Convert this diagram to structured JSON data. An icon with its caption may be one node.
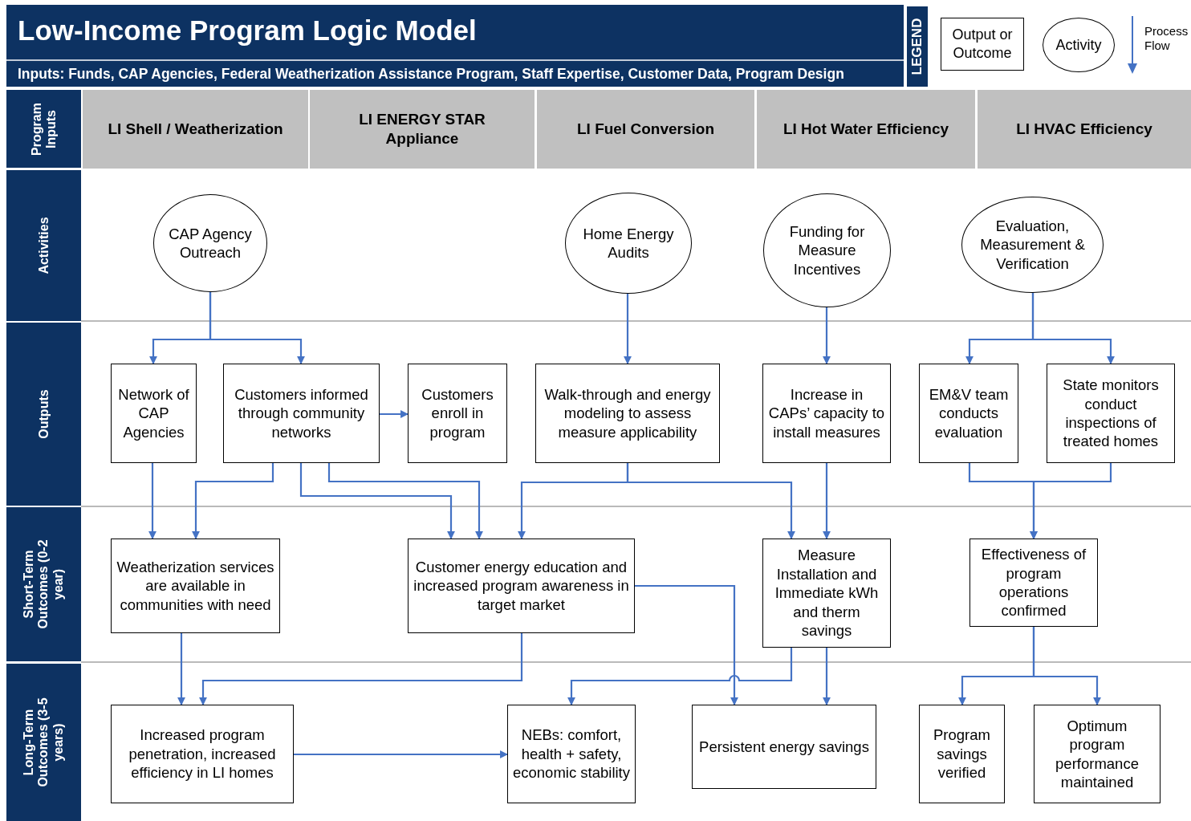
{
  "diagram": {
    "title": "Low-Income Program Logic Model",
    "nodes": [
      {
        "text": [
          "Program Inputs"
        ]
      },
      {
        "text": [
          "LI Shell / Weatherization"
        ]
      },
      {
        "text": [
          "LI ENERGY STAR Appliance"
        ]
      },
      {
        "text": [
          "LI Fuel Conversion"
        ]
      },
      {
        "text": [
          "LI Hot Water Efficiency"
        ]
      },
      {
        "text": [
          "LI HVAC Efficiency"
        ]
      },
      {
        "text": [
          "Activities"
        ]
      },
      {
        "text": [
          "CAP Agency Outreach"
        ]
      },
      {
        "text": [
          "Home Energy Audits"
        ]
      },
      {
        "text": [
          "Funding for Measure Incentives"
        ]
      },
      {
        "text": [
          "Evaluation, Measurement & Verification"
        ]
      },
      {
        "text": [
          "Outputs"
        ]
      },
      {
        "text": [
          "Network of CAP Agencies"
        ]
      },
      {
        "text": [
          "Customers informed through community networks"
        ]
      },
      {
        "text": [
          "Customers enroll in program"
        ]
      },
      {
        "text": [
          "Walk-through and energy modeling to assess measure applicability"
        ]
      },
      {
        "text": [
          "Increase in CAPs’ capacity to install measures"
        ]
      },
      {
        "text": [
          "EM&V team conducts evaluation"
        ]
      },
      {
        "text": [
          "State monitors conduct inspections of treated homes"
        ]
      },
      {
        "text": [
          "Short-Term Outcomes (0-2 year)"
        ]
      },
      {
        "text": [
          "Weatherization services are available in communities with need"
        ]
      },
      {
        "text": [
          "Customer energy education and increased program awareness in target market"
        ]
      },
      {
        "text": [
          "Measure Installation and Immediate kWh and therm savings"
        ]
      },
      {
        "text": [
          "Effectiveness of program operations confirmed"
        ]
      },
      {
        "text": [
          "Long-Term Outcomes (3-5 years)"
        ]
      },
      {
        "text": [
          "Increased program penetration, increased efficiency in LI homes"
        ]
      },
      {
        "text": [
          "NEBs: comfort, health + safety, economic stability"
        ]
      },
      {
        "text": [
          "Persistent energy savings"
        ]
      },
      {
        "text": [
          "Program savings verified"
        ]
      },
      {
        "text": [
          "Optimum program performance maintained"
        ]
      }
    ],
    "edges": [
      {
        "from": 7,
        "to": 12,
        "arrow": "to"
      },
      {
        "from": 7,
        "to": 13,
        "arrow": "to"
      },
      {
        "from": 13,
        "to": 14,
        "arrow": "to"
      },
      {
        "from": 12,
        "to": 20,
        "arrow": "to"
      },
      {
        "from": 13,
        "to": 20,
        "arrow": "to"
      },
      {
        "from": 13,
        "to": 21,
        "arrow": "to"
      },
      {
        "from": 13,
        "to": 21,
        "arrow": "to"
      },
      {
        "from": 8,
        "to": 15,
        "arrow": "to"
      },
      {
        "from": 15,
        "to": 21,
        "arrow": "to"
      },
      {
        "from": 15,
        "to": 22,
        "arrow": "to"
      },
      {
        "from": 9,
        "to": 16,
        "arrow": "to"
      },
      {
        "from": 16,
        "to": 22,
        "arrow": "to"
      },
      {
        "from": 10,
        "to": 17,
        "arrow": "to"
      },
      {
        "from": 10,
        "to": 18,
        "arrow": "to"
      },
      {
        "from": 17,
        "to": 23,
        "arrow": "to"
      },
      {
        "from": 18,
        "to": 23,
        "arrow": "to"
      },
      {
        "from": 20,
        "to": 25,
        "arrow": "to"
      },
      {
        "from": 21,
        "to": 25,
        "arrow": "to"
      },
      {
        "from": 21,
        "to": 27,
        "arrow": "to"
      },
      {
        "from": 22,
        "to": 26,
        "arrow": "to"
      },
      {
        "from": 22,
        "to": 27,
        "arrow": "to"
      },
      {
        "from": 23,
        "to": 28,
        "arrow": "to"
      },
      {
        "from": 23,
        "to": 29,
        "arrow": "to"
      },
      {
        "from": 25,
        "to": 26,
        "arrow": "to"
      }
    ],
    "labels": [
      "Inputs: Funds, CAP Agencies, Federal Weatherization Assistance Program, Staff Expertise, Customer Data, Program Design",
      "LEGEND"
    ],
    "legend": [
      {
        "text": "Output or Outcome"
      },
      {
        "text": "Activity"
      },
      {
        "text": "Process Flow"
      }
    ]
  }
}
